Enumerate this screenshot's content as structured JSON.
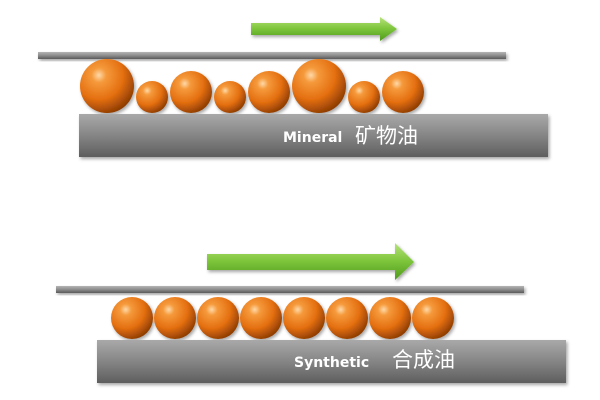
{
  "panels": [
    {
      "id": "mineral",
      "label_en": "Mineral",
      "label_zh": "矿物油",
      "particle_sizes": [
        "large",
        "small",
        "medium",
        "small",
        "medium",
        "large",
        "small",
        "medium"
      ]
    },
    {
      "id": "synthetic",
      "label_en": "Synthetic",
      "label_zh": "合成油",
      "particle_sizes": [
        "medium",
        "medium",
        "medium",
        "medium",
        "medium",
        "medium",
        "medium",
        "medium"
      ]
    }
  ],
  "colors": {
    "arrow": "#7cc43a",
    "plate": "#8a8a8a",
    "particle": "#e8700f"
  }
}
